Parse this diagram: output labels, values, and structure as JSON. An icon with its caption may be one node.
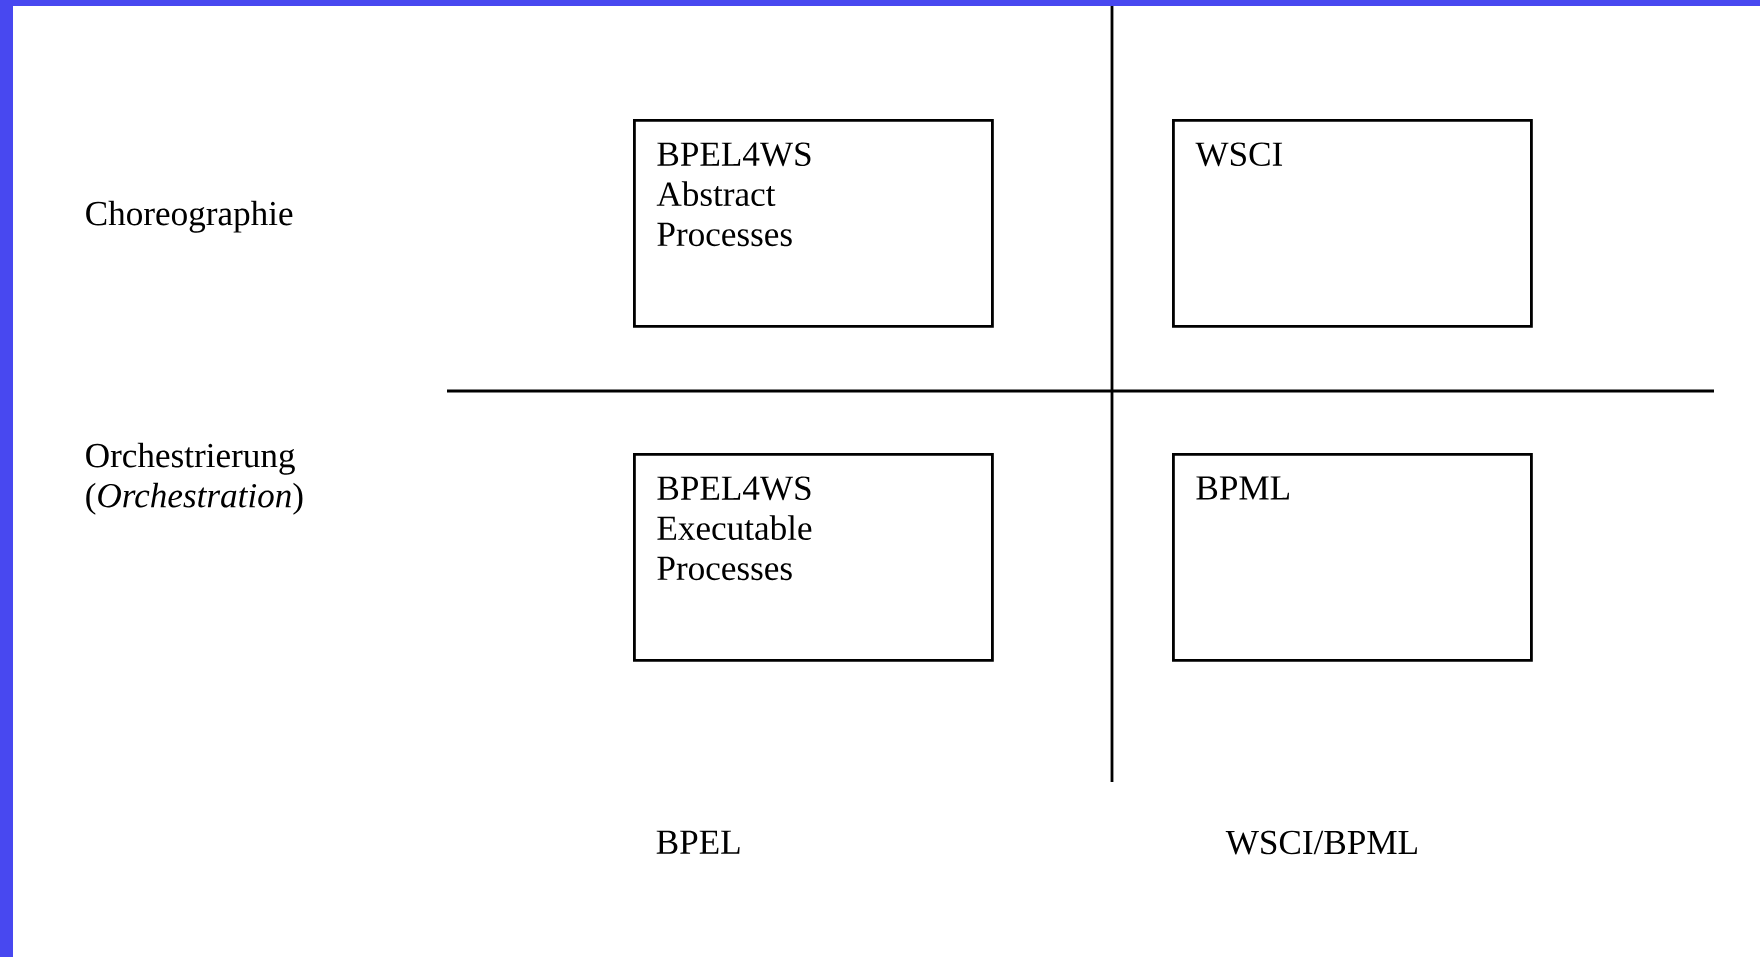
{
  "diagram": {
    "nodes": [
      {
        "text": [
          "BPEL4WS Abstract Processes"
        ]
      },
      {
        "text": [
          "WSCI"
        ]
      },
      {
        "text": [
          "BPEL4WS Executable Processes"
        ]
      },
      {
        "text": [
          "BPML"
        ]
      }
    ],
    "labels": [
      "Choreographie",
      "Orchestrierung (*Orchestration*)",
      "BPEL",
      "WSCI/BPML"
    ]
  }
}
